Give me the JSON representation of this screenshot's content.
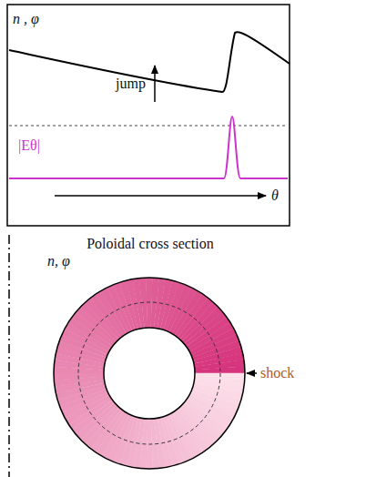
{
  "diagram": {
    "labels": [
      "n , φ",
      "jump",
      "|Eθ|",
      "θ",
      "Poloidal cross section",
      "n, φ",
      "shock"
    ]
  }
}
